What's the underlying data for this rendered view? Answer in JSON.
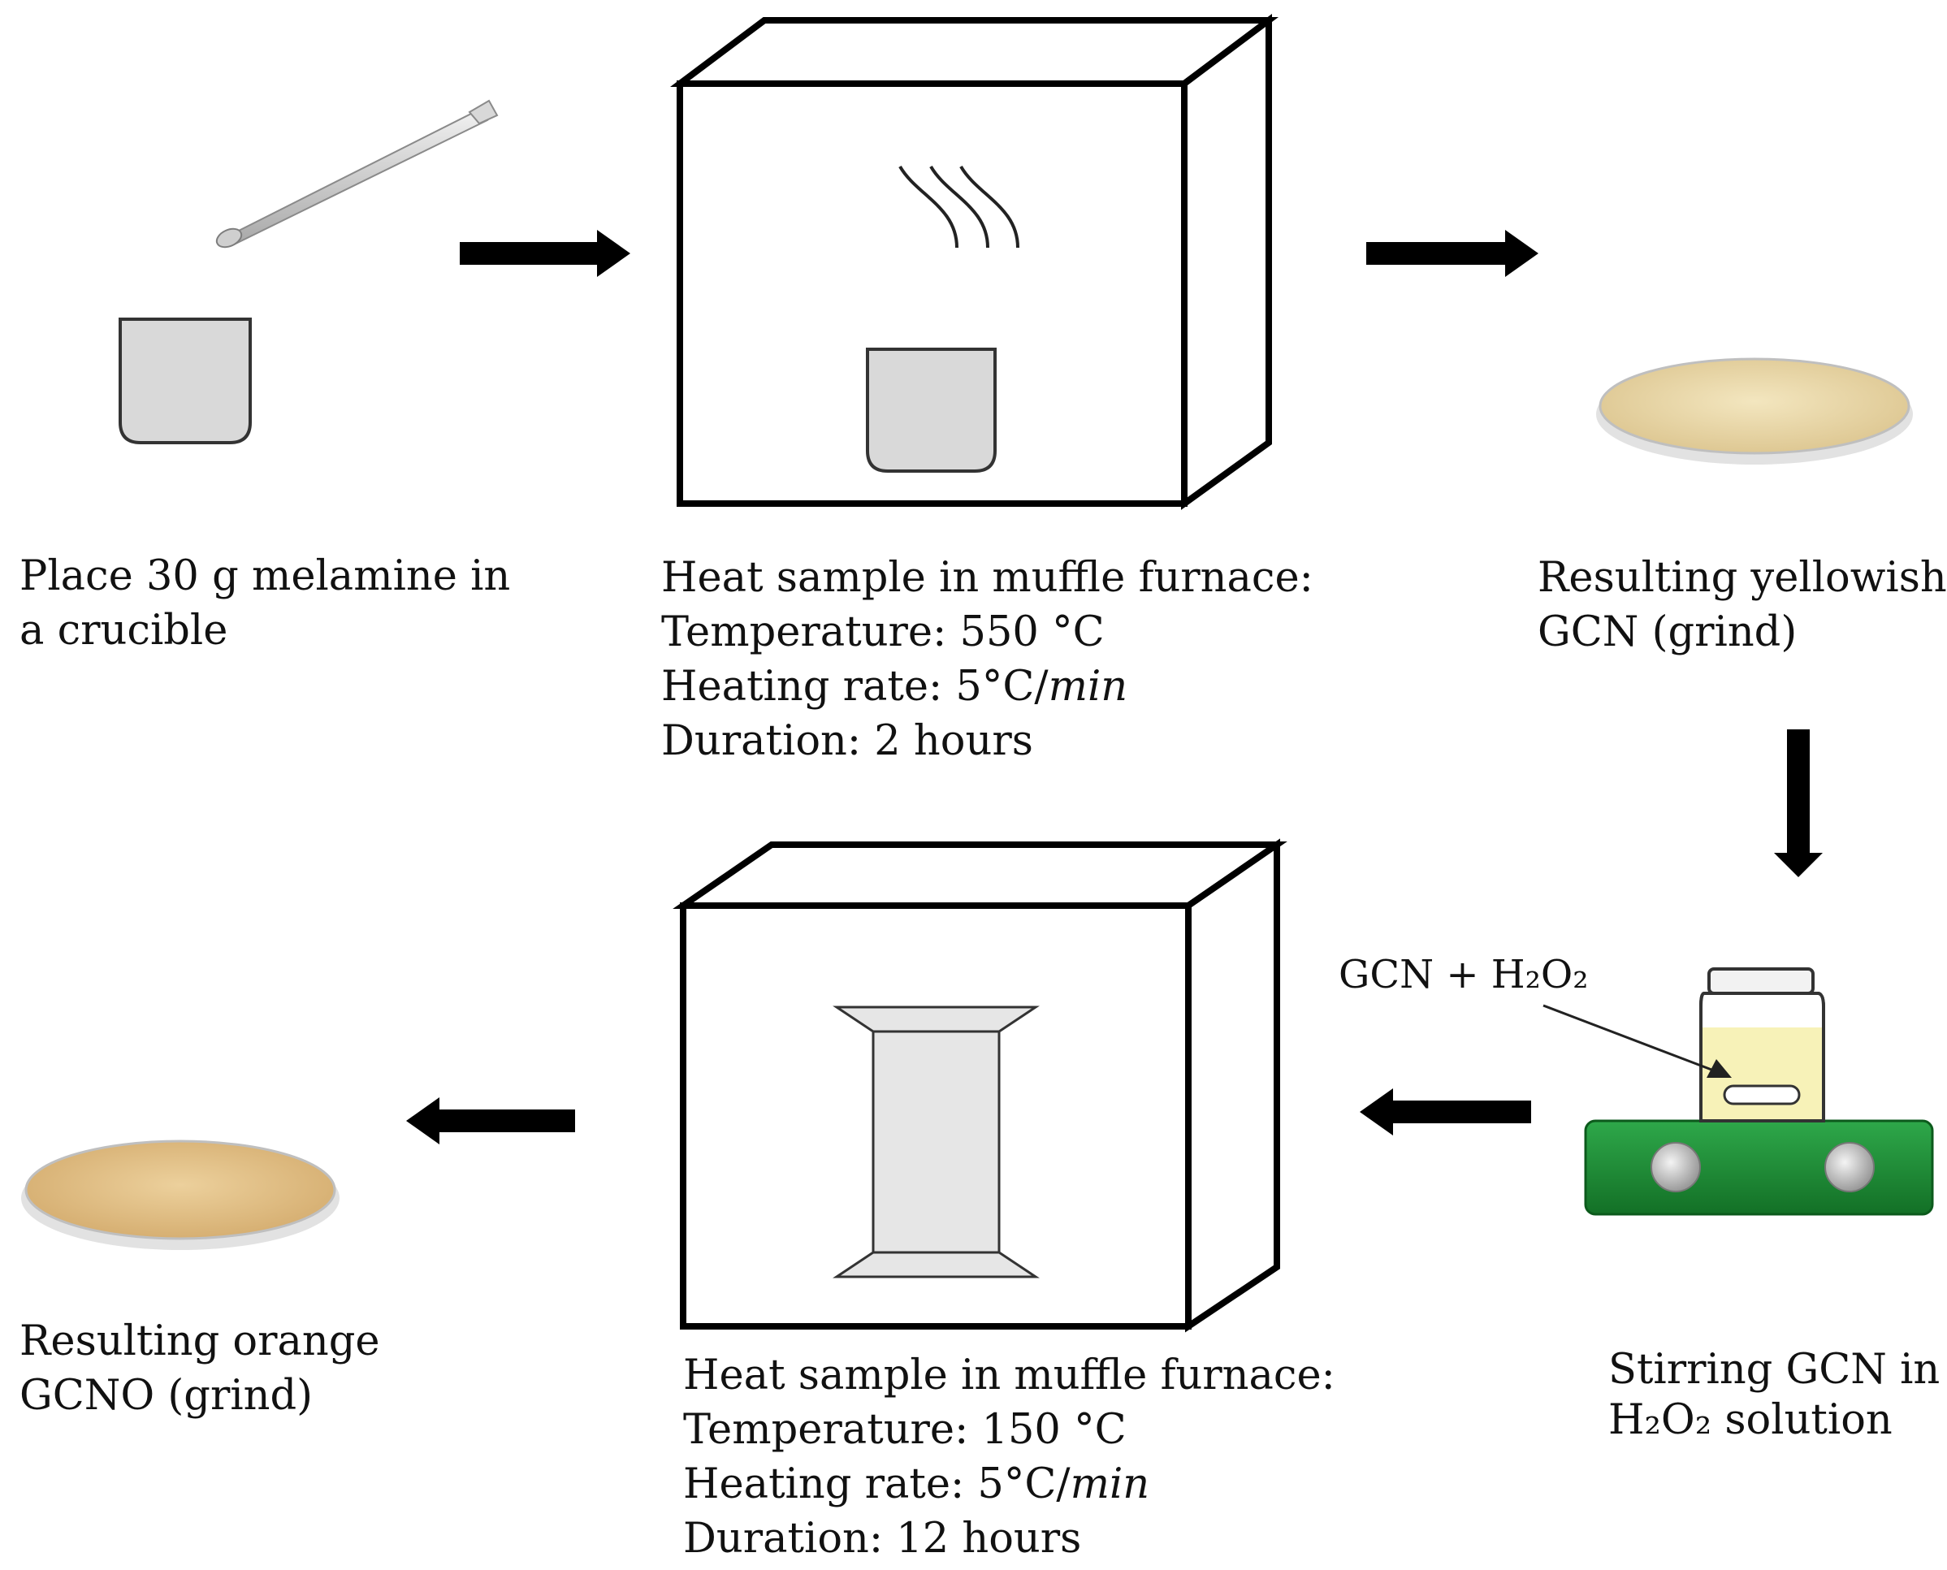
{
  "steps": {
    "s1": {
      "line1": "Place 30 g melamine in",
      "line2": "a crucible"
    },
    "s2": {
      "line1": "Heat sample in muffle furnace:",
      "temp": "Temperature: 550 °C",
      "rate_prefix": "Heating rate: 5°C/",
      "rate_unit": "min",
      "duration": "Duration: 2 hours"
    },
    "s3": {
      "line1": "Resulting yellowish",
      "line2": "GCN (grind)"
    },
    "s4": {
      "line1": "Stirring GCN in",
      "line2": "H₂O₂ solution",
      "pointer_label": "GCN + H₂O₂"
    },
    "s5": {
      "line1": "Heat sample in muffle furnace:",
      "temp": "Temperature: 150 °C",
      "rate_prefix": "Heating rate: 5°C/",
      "rate_unit": "min",
      "duration": "Duration: 12 hours"
    },
    "s6": {
      "line1": "Resulting orange",
      "line2": "GCNO (grind)"
    }
  },
  "colors": {
    "crucible_fill": "#d9d9d9",
    "tray_fill": "#e6e6e6",
    "stirrer_base": "#1e8a33",
    "knob": "#c8c8c8",
    "solution": "#f7f2b8",
    "yellowish_powder": "#ead9a6",
    "orange_powder": "#e3c188"
  }
}
